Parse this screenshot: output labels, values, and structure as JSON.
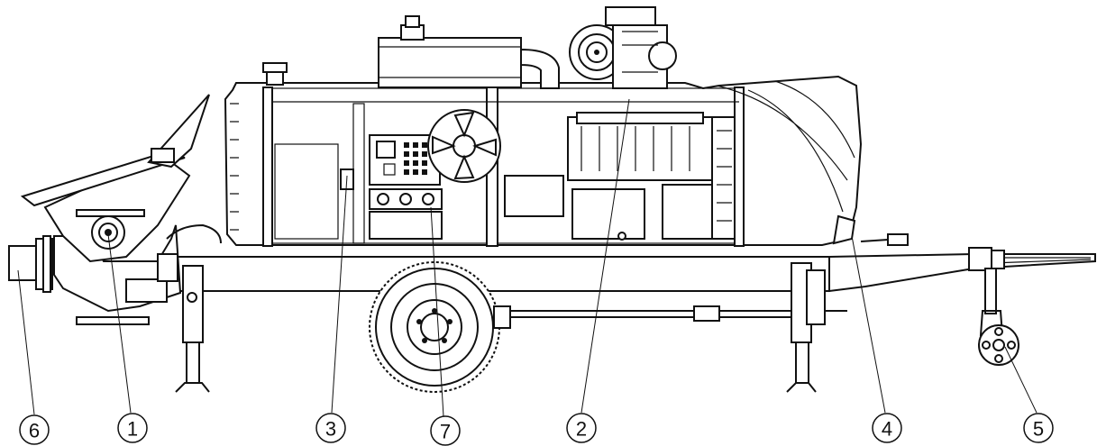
{
  "callouts": [
    {
      "id": "6",
      "label": "6"
    },
    {
      "id": "1",
      "label": "1"
    },
    {
      "id": "3",
      "label": "3"
    },
    {
      "id": "7",
      "label": "7"
    },
    {
      "id": "2",
      "label": "2"
    },
    {
      "id": "4",
      "label": "4"
    },
    {
      "id": "5",
      "label": "5"
    }
  ]
}
